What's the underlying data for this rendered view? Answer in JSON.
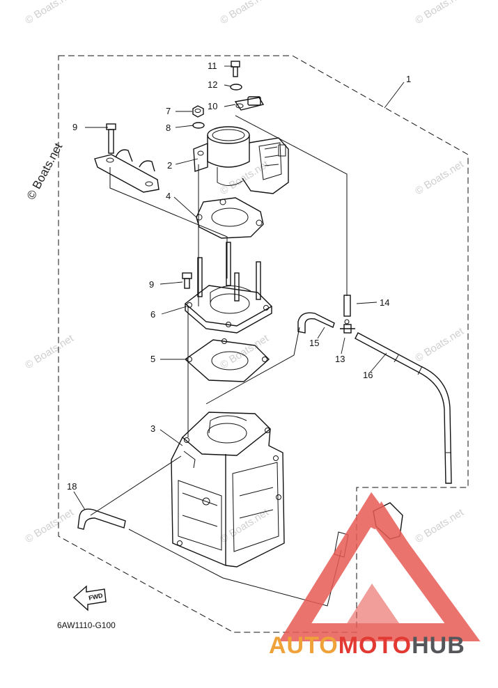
{
  "callouts": {
    "c1": "1",
    "c2": "2",
    "c3": "3",
    "c4": "4",
    "c5": "5",
    "c6": "6",
    "c7": "7",
    "c8": "8",
    "c9a": "9",
    "c9b": "9",
    "c10": "10",
    "c11": "11",
    "c12": "12",
    "c13": "13",
    "c14": "14",
    "c15": "15",
    "c16": "16",
    "c18": "18"
  },
  "diagram_code": "6AW1110-G100",
  "fwd_label": "FWD",
  "watermark": "© Boats.net",
  "brand": {
    "part1": "AUTO",
    "part2": "MOTO",
    "part3": "HUB"
  },
  "colors": {
    "brand_orange": "#f0a23a",
    "brand_red": "#e23a33",
    "brand_gray": "#55565a",
    "triangle": "#e85b55"
  },
  "icons": {
    "fwd": "fwd-arrow-icon",
    "logo": "triangle-logo-icon"
  }
}
